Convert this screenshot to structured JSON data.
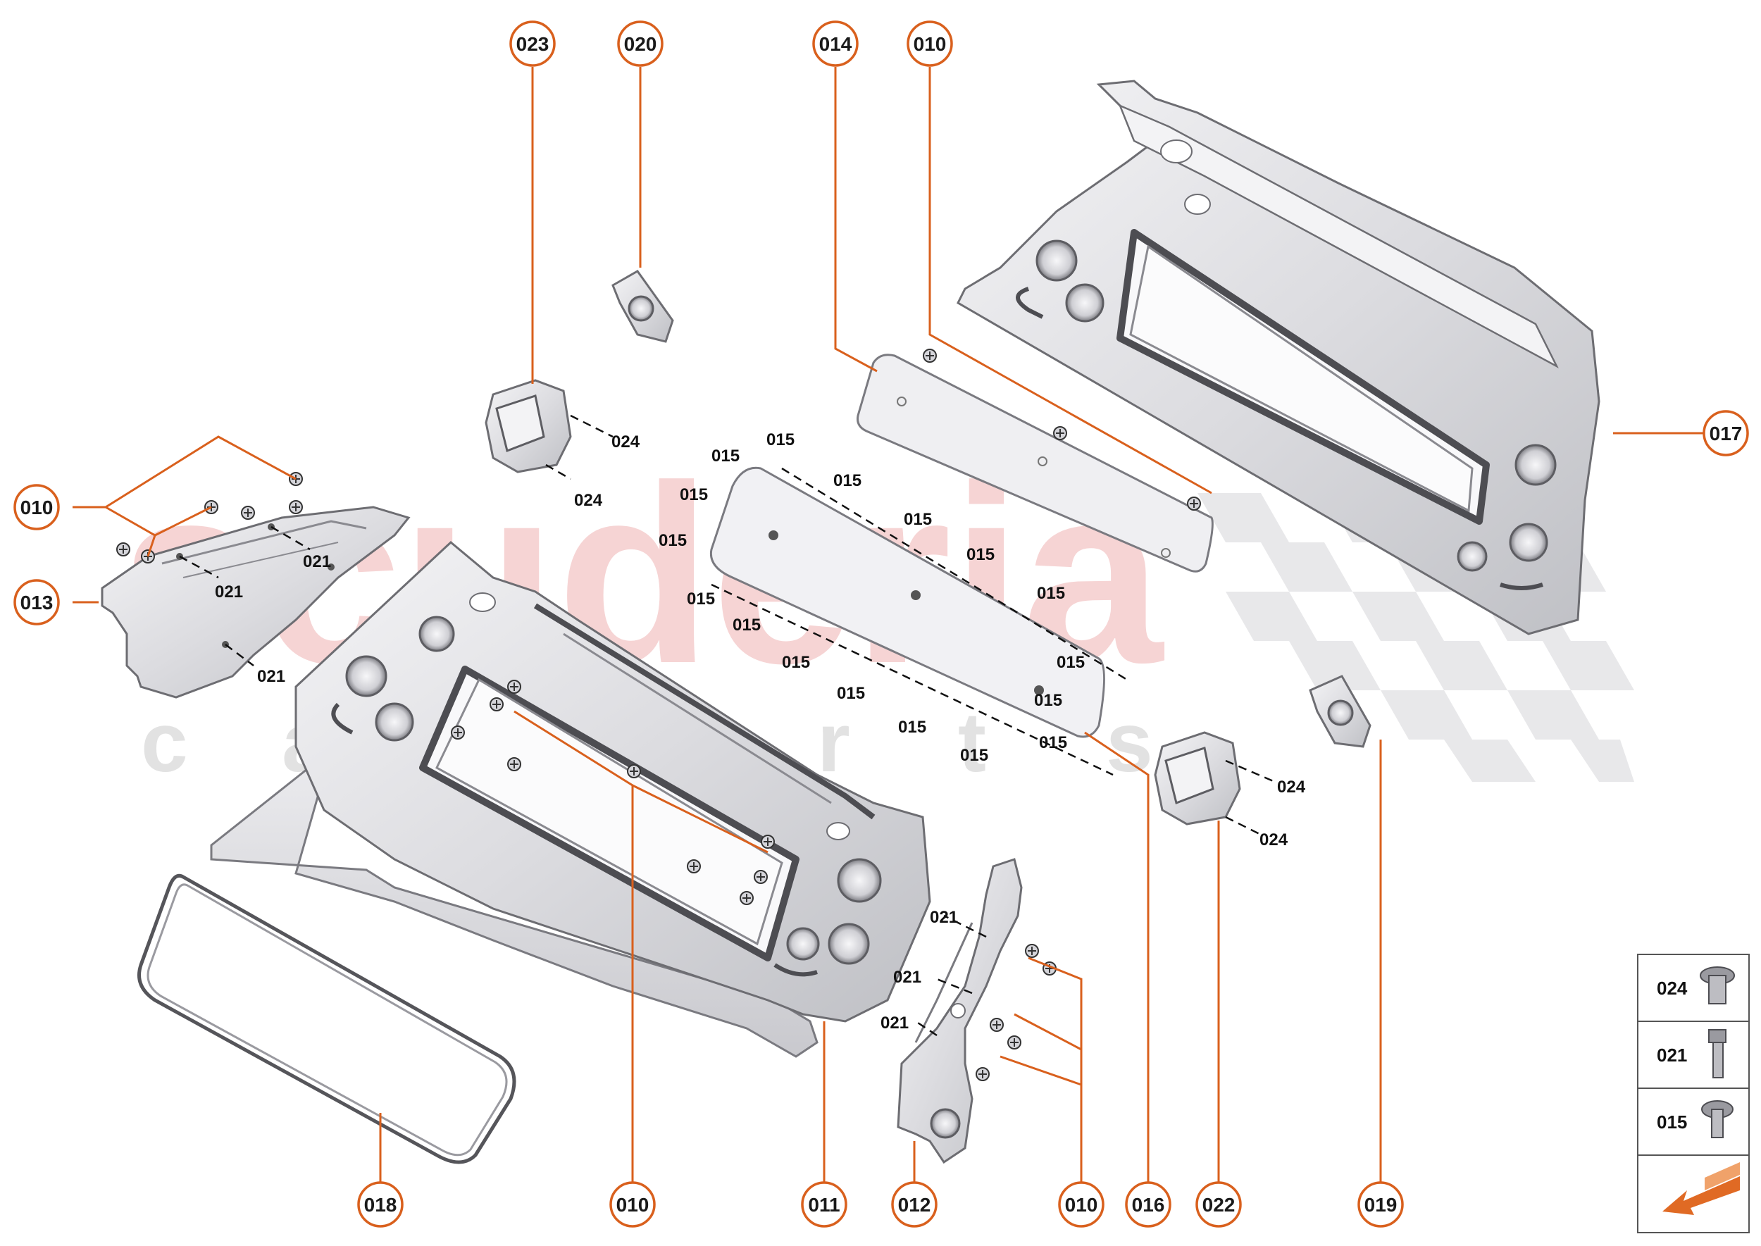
{
  "watermark": {
    "brand": "scuderia",
    "sub_letters": [
      "c",
      "a",
      "r",
      "p",
      "a",
      "r",
      "t",
      "s"
    ]
  },
  "colors": {
    "accent": "#d9601d",
    "part_fill": "#e4e4e8",
    "part_stroke": "#6d6d72",
    "watermark_red": "#f2c9c9",
    "watermark_grey": "#e2e2e2"
  },
  "callouts": [
    {
      "id": "c023",
      "label": "023"
    },
    {
      "id": "c020",
      "label": "020"
    },
    {
      "id": "c014",
      "label": "014"
    },
    {
      "id": "c010a",
      "label": "010"
    },
    {
      "id": "c017",
      "label": "017"
    },
    {
      "id": "c010b",
      "label": "010"
    },
    {
      "id": "c013",
      "label": "013"
    },
    {
      "id": "c018",
      "label": "018"
    },
    {
      "id": "c010c",
      "label": "010"
    },
    {
      "id": "c011",
      "label": "011"
    },
    {
      "id": "c012",
      "label": "012"
    },
    {
      "id": "c010d",
      "label": "010"
    },
    {
      "id": "c016",
      "label": "016"
    },
    {
      "id": "c022",
      "label": "022"
    },
    {
      "id": "c019",
      "label": "019"
    }
  ],
  "fastener_labels": [
    {
      "id": "f1",
      "label": "024"
    },
    {
      "id": "f2",
      "label": "024"
    },
    {
      "id": "f3",
      "label": "021"
    },
    {
      "id": "f4",
      "label": "021"
    },
    {
      "id": "f5",
      "label": "021"
    },
    {
      "id": "f6",
      "label": "015"
    },
    {
      "id": "f7",
      "label": "015"
    },
    {
      "id": "f8",
      "label": "015"
    },
    {
      "id": "f9",
      "label": "015"
    },
    {
      "id": "f10",
      "label": "015"
    },
    {
      "id": "f11",
      "label": "015"
    },
    {
      "id": "f12",
      "label": "015"
    },
    {
      "id": "f13",
      "label": "015"
    },
    {
      "id": "f14",
      "label": "015"
    },
    {
      "id": "f15",
      "label": "015"
    },
    {
      "id": "f16",
      "label": "015"
    },
    {
      "id": "f17",
      "label": "015"
    },
    {
      "id": "f18",
      "label": "015"
    },
    {
      "id": "f19",
      "label": "015"
    },
    {
      "id": "f20",
      "label": "015"
    },
    {
      "id": "f21",
      "label": "015"
    },
    {
      "id": "f22",
      "label": "015"
    },
    {
      "id": "f23",
      "label": "024"
    },
    {
      "id": "f24",
      "label": "024"
    },
    {
      "id": "f25",
      "label": "021"
    },
    {
      "id": "f26",
      "label": "021"
    },
    {
      "id": "f27",
      "label": "021"
    }
  ],
  "legend": {
    "items": [
      {
        "label": "024",
        "icon": "flange-bolt-icon"
      },
      {
        "label": "021",
        "icon": "hex-bolt-icon"
      },
      {
        "label": "015",
        "icon": "pan-screw-icon"
      }
    ],
    "nav_icon": "direction-arrow-icon"
  }
}
